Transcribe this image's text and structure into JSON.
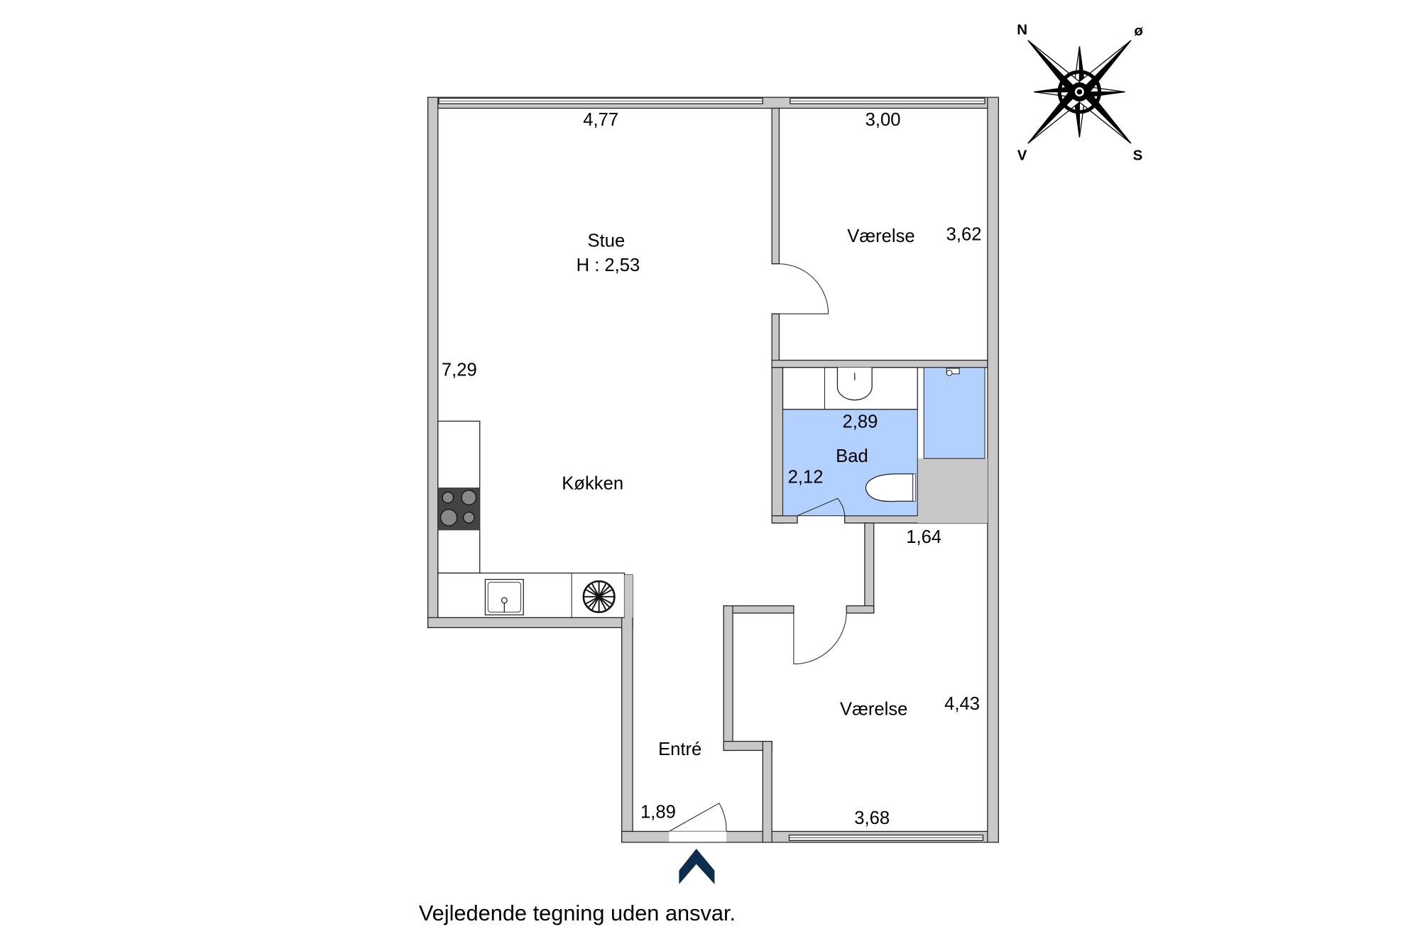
{
  "rooms": {
    "stue": {
      "name": "Stue",
      "height": "H : 2,53",
      "width_dim": "4,77",
      "length_dim": "7,29"
    },
    "vaerelse1": {
      "name": "Værelse",
      "width_dim": "3,00",
      "length_dim": "3,62"
    },
    "bad": {
      "name": "Bad",
      "width_dim": "2,89",
      "length_dim": "2,12"
    },
    "koekken": {
      "name": "Køkken"
    },
    "entre": {
      "name": "Entré",
      "width_dim": "1,89"
    },
    "vaerelse2": {
      "name": "Værelse",
      "width_dim": "3,68",
      "length_dim": "4,43",
      "top_dim": "1,64"
    }
  },
  "compass": {
    "n": "N",
    "e": "ø",
    "w": "V",
    "s": "S"
  },
  "disclaimer": "Vejledende tegning uden ansvar.",
  "colors": {
    "wall": "#c8c8c8",
    "bath": "#b3d1ff",
    "entrance_arrow": "#0d2d4f"
  }
}
